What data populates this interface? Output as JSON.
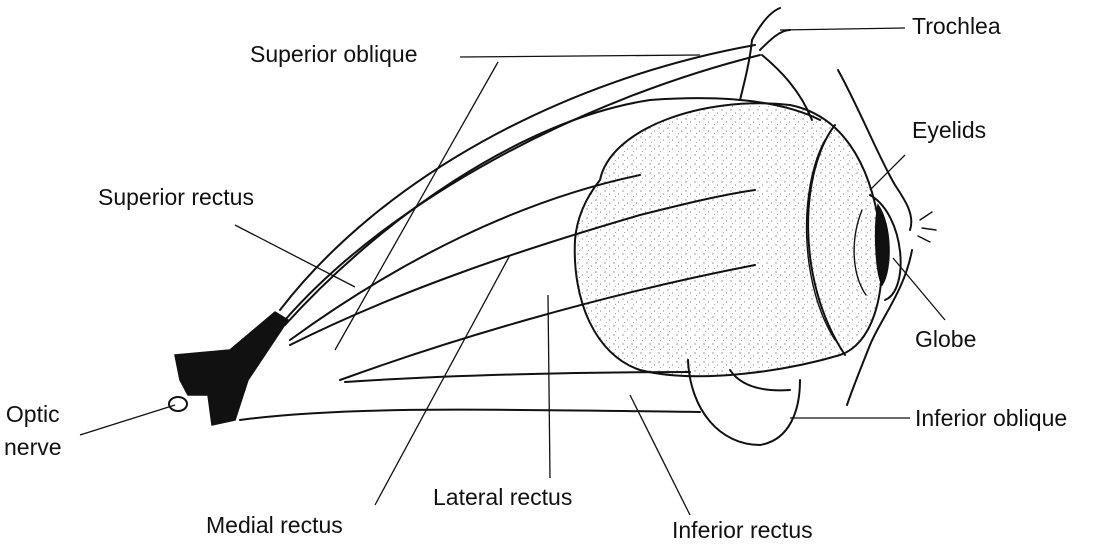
{
  "labels": {
    "trochlea": "Trochlea",
    "superior_oblique": "Superior oblique",
    "eyelids": "Eyelids",
    "superior_rectus": "Superior rectus",
    "globe": "Globe",
    "optic_nerve": "Optic\nnerve",
    "inferior_oblique": "Inferior oblique",
    "lateral_rectus": "Lateral rectus",
    "medial_rectus": "Medial rectus",
    "inferior_rectus": "Inferior rectus"
  },
  "colors": {
    "line": "#111111",
    "background": "#ffffff"
  }
}
